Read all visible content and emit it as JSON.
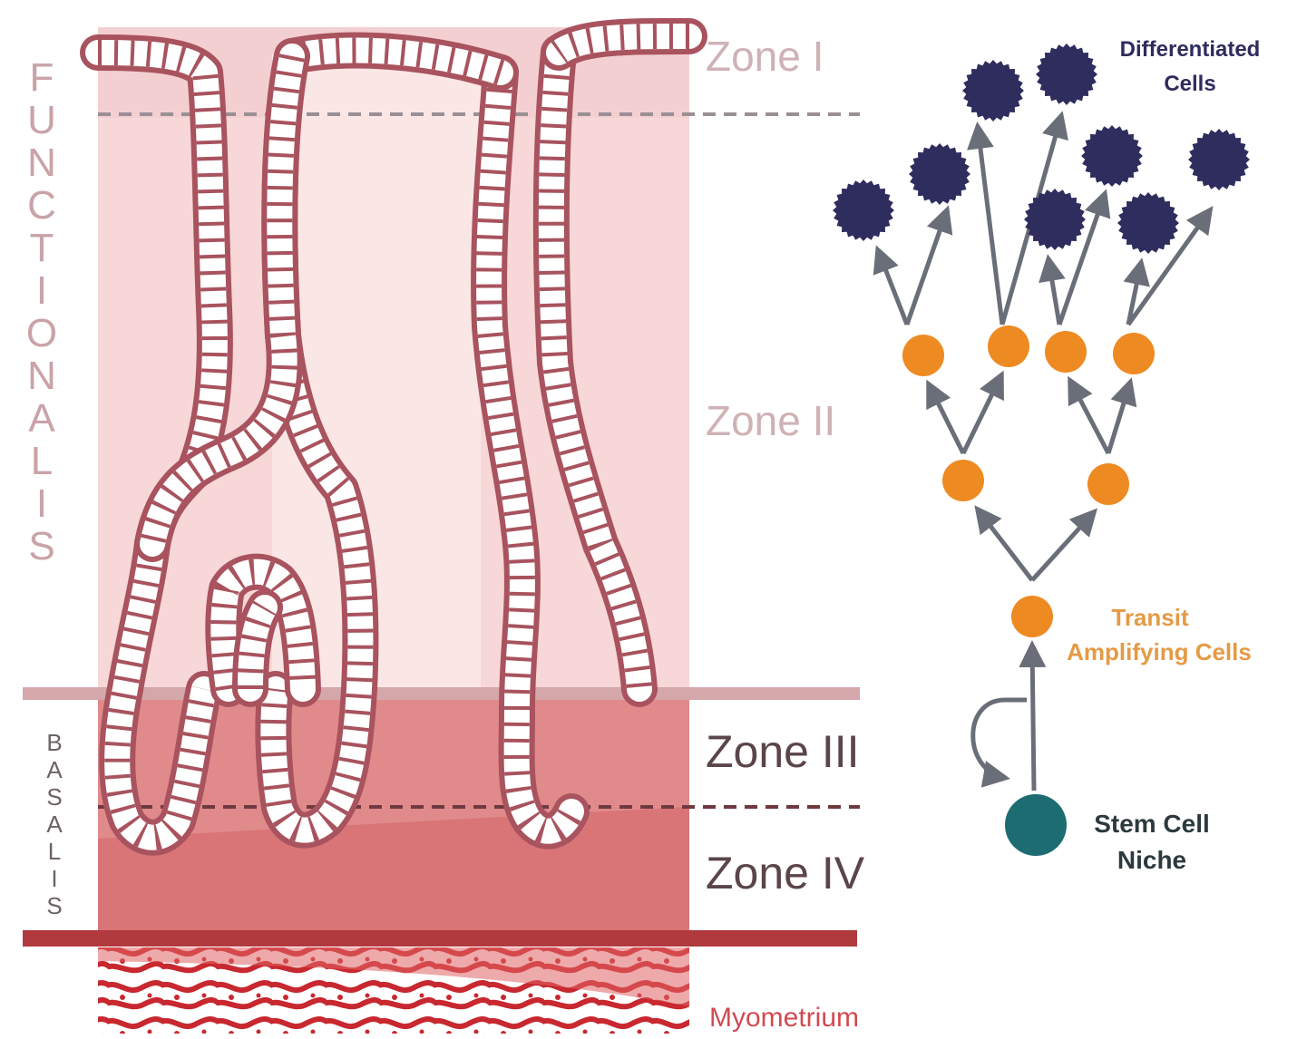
{
  "layers": {
    "functionalis": "FUNCTIONALIS",
    "basalis": "BASALIS",
    "myometrium": "Myometrium"
  },
  "zones": {
    "zone1": "Zone I",
    "zone2": "Zone II",
    "zone3": "Zone III",
    "zone4": "Zone IV"
  },
  "hierarchy": {
    "differentiated_line1": "Differentiated",
    "differentiated_line2": "Cells",
    "transit_line1": "Transit",
    "transit_line2": "Amplifying Cells",
    "stem_line1": "Stem Cell",
    "stem_line2": "Niche"
  },
  "colors": {
    "functionalis_fill": "#f7d7d8",
    "functionalis_light": "#fbe6e6",
    "basalis_fill": "#e08a8b",
    "basalis_deep": "#d97577",
    "gland_outline": "#a8535e",
    "myometrium": "#c8282f",
    "myometrium_band": "#b13a3f",
    "differentiated_cell": "#2f2c5e",
    "transit_cell": "#ee8a22",
    "stem_cell": "#1c6c72",
    "arrow": "#6a6e78",
    "zone_text_light": "#c9a7ab",
    "zone_text_dark": "#5b4548",
    "transit_text": "#e59a45"
  }
}
